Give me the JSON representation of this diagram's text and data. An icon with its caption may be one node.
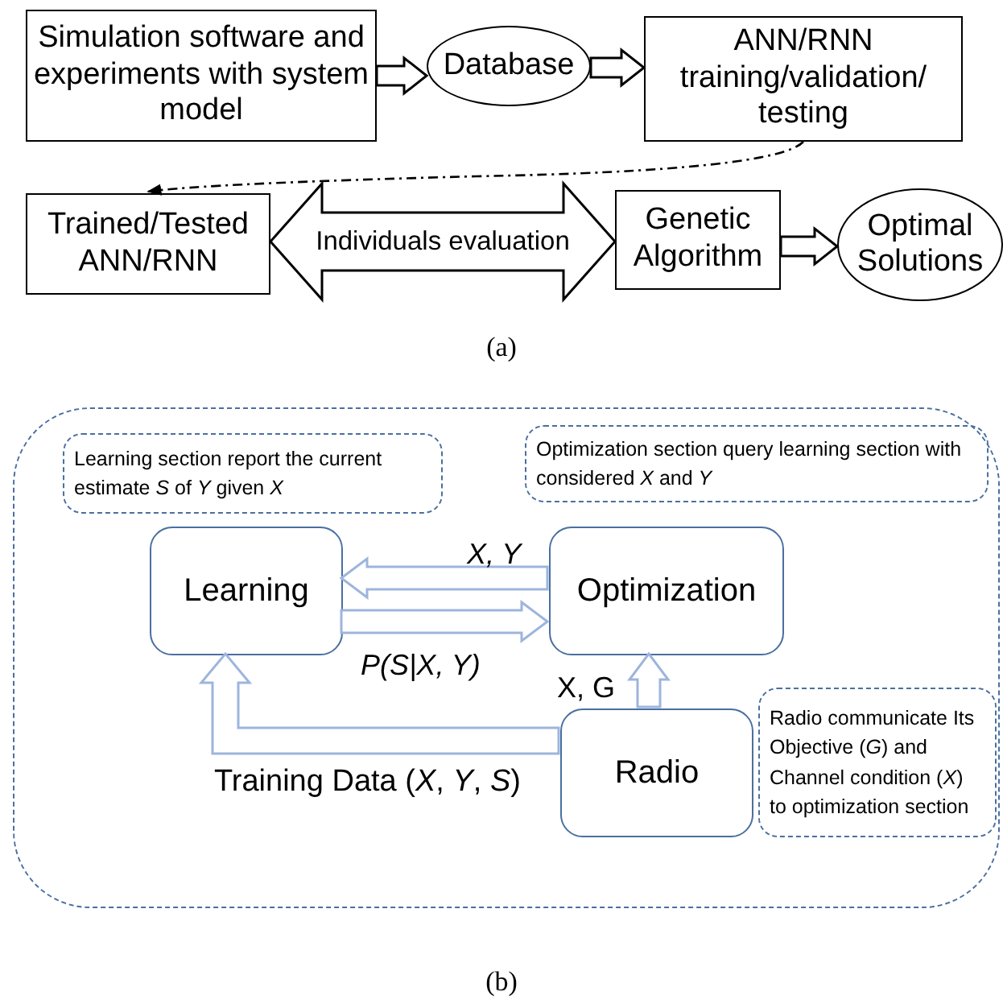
{
  "diagram": {
    "nodes": [
      {
        "text": [
          "Simulation software and experiments with system model"
        ]
      },
      {
        "text": [
          "Database"
        ]
      },
      {
        "text": [
          "ANN/RNN training/validation/ testing"
        ]
      },
      {
        "text": [
          "Trained/Tested ANN/RNN"
        ]
      },
      {
        "text": [
          "Genetic Algorithm"
        ]
      },
      {
        "text": [
          "Optimal Solutions"
        ]
      },
      {
        "text": [],
        "shape": "box"
      },
      {
        "text": [
          "Learning section report the current estimate *S* of *Y* given *X*"
        ],
        "in": 6
      },
      {
        "text": [
          "Optimization section query learning section with considered *X* and *Y*"
        ],
        "in": 6
      },
      {
        "text": [
          "Learning"
        ],
        "in": 6
      },
      {
        "text": [
          "Optimization"
        ],
        "in": 6
      },
      {
        "text": [
          "Radio"
        ],
        "in": 6
      },
      {
        "text": [
          "Radio communicate Its Objective (*G*) and Channel condition (*X*) to optimization section"
        ],
        "in": 6
      }
    ],
    "edges": [
      {
        "from": 0,
        "to": 1,
        "arrow": "to",
        "style": "thick"
      },
      {
        "from": 1,
        "to": 2,
        "arrow": "to",
        "style": "thick"
      },
      {
        "from": 2,
        "to": 3,
        "arrow": "to",
        "style": "dashed"
      },
      {
        "from": 3,
        "to": 4,
        "arrow": "both",
        "style": "thick",
        "label": "Individuals evaluation"
      },
      {
        "from": 4,
        "to": 5,
        "arrow": "to",
        "style": "thick"
      },
      {
        "from": 10,
        "to": 9,
        "arrow": "to",
        "style": "thick",
        "color": "#9db5dd",
        "label": "*X, Y*"
      },
      {
        "from": 9,
        "to": 10,
        "arrow": "to",
        "style": "thick",
        "color": "#9db5dd",
        "label": "*P(S|X, Y)*"
      },
      {
        "from": 11,
        "to": 10,
        "arrow": "to",
        "style": "thick",
        "color": "#9db5dd",
        "label": "X, G"
      },
      {
        "from": 11,
        "to": 9,
        "arrow": "to",
        "style": "thick",
        "color": "#9db5dd",
        "label": "Training Data (*X*, *Y*, *S*)"
      }
    ],
    "labels": [
      "(a)",
      "(b)"
    ]
  }
}
